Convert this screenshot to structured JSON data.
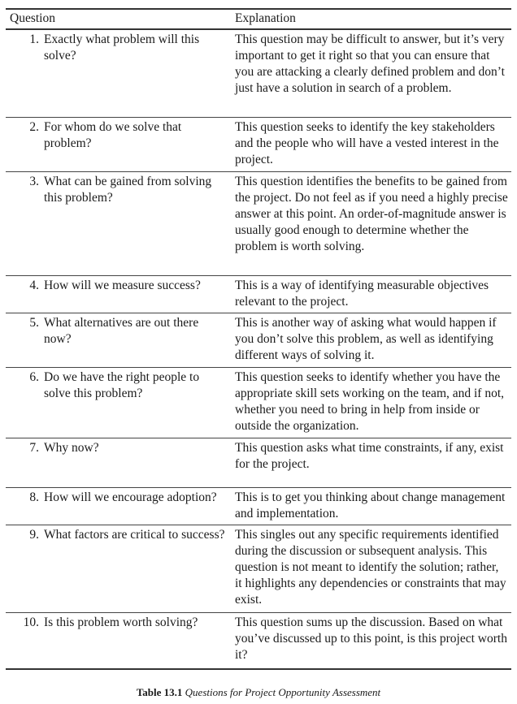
{
  "table": {
    "headers": {
      "question": "Question",
      "explanation": "Explanation"
    },
    "rows": [
      {
        "num": "1.",
        "question": "Exactly what problem will this solve?",
        "explanation": "This question may be difficult to answer, but it’s very important to get it right so that you can ensure that you are attacking a clearly defined problem and don’t just have a solution in search of a problem."
      },
      {
        "num": "2.",
        "question": "For whom do we solve that problem?",
        "explanation": "This question seeks to identify the key stakeholders and the people who will have a vested interest in the project."
      },
      {
        "num": "3.",
        "question": "What can be gained from solving this problem?",
        "explanation": "This question identifies the benefits to be gained from the project. Do not feel as if you need a highly precise answer at this point. An order-of-magnitude answer is usually good enough to determine whether the problem is worth solving."
      },
      {
        "num": "4.",
        "question": "How will we measure success?",
        "explanation": "This is a way of identifying measurable objectives relevant to the project."
      },
      {
        "num": "5.",
        "question": "What alternatives are out there now?",
        "explanation": "This is another way of asking what would happen if you don’t solve this problem, as well as identifying different ways of solving it."
      },
      {
        "num": "6.",
        "question": "Do we have the right people to solve this problem?",
        "explanation": "This question seeks to identify whether you have the appropriate skill sets working on the team, and if not, whether you need to bring in help from inside or outside the organization."
      },
      {
        "num": "7.",
        "question": "Why now?",
        "explanation": "This question asks what time constraints, if any, exist for the project."
      },
      {
        "num": "8.",
        "question": "How will we encourage adoption?",
        "explanation": "This is to get you thinking about change management and implementation."
      },
      {
        "num": "9.",
        "question": "What factors are critical to success?",
        "explanation": "This singles out any specific requirements identified during the discussion or subsequent analysis. This question is not meant to identify the solution; rather, it highlights any dependencies or constraints that may exist."
      },
      {
        "num": "10.",
        "question": "Is this problem worth solving?",
        "explanation": "This question sums up the discussion. Based on what you’ve discussed up to this point, is this project worth it?"
      }
    ]
  },
  "caption": {
    "label": "Table 13.1",
    "title": "Questions for Project Opportunity Assessment"
  }
}
